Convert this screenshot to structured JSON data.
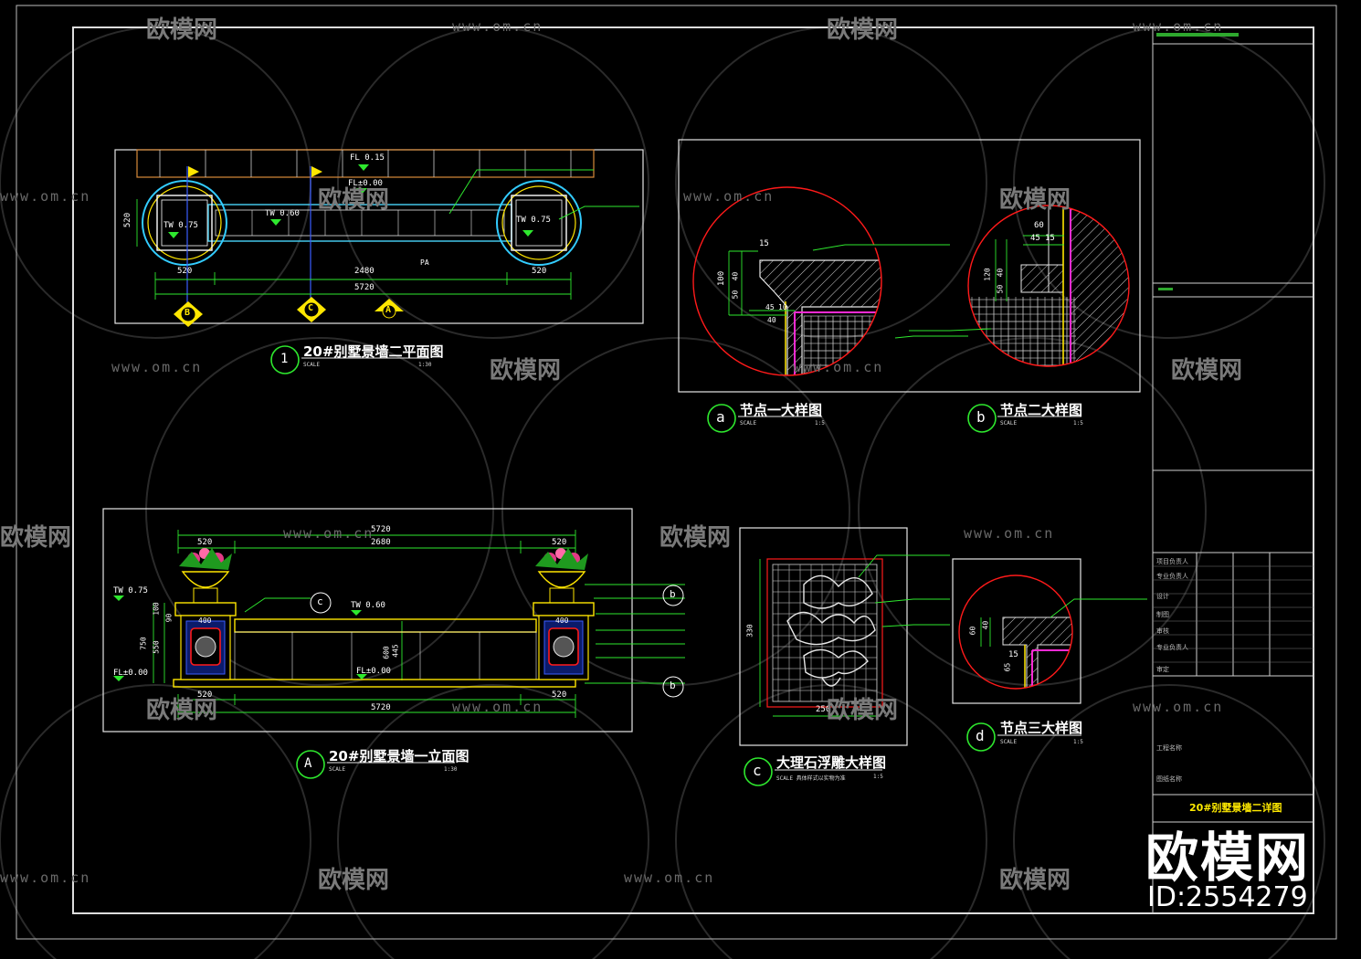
{
  "drawing": {
    "plan_title": "20#别墅景墙二平面图",
    "plan_scale_label": "SCALE",
    "plan_scale": "1:30",
    "plan_circle_label": "1",
    "elev_title": "20#别墅景墙一立面图",
    "elev_scale_label": "SCALE",
    "elev_scale": "1:30",
    "elev_circle_label": "A",
    "node1_title": "节点一大样图",
    "node1_circle": "a",
    "node1_scale": "1:5",
    "node2_title": "节点二大样图",
    "node2_circle": "b",
    "node2_scale": "1:5",
    "node3_title": "节点三大样图",
    "node3_circle": "d",
    "node3_scale": "1:5",
    "marble_title": "大理石浮雕大样图",
    "marble_circle": "c",
    "marble_scale": "1:5",
    "marble_scale_label": "SCALE 具体样式以实物为准",
    "scale_label": "SCALE"
  },
  "plan_dims": {
    "d520a": "520",
    "d2480": "2480",
    "d520b": "520",
    "d5720": "5720",
    "side": "520",
    "fl015": "FL 0.15",
    "fl000": "FL±0.00",
    "tw075a": "TW 0.75",
    "tw060": "TW 0.60",
    "tw075b": "TW 0.75",
    "pa": "PA",
    "ref_b": "B",
    "ref_c": "C",
    "ref_a": "A"
  },
  "elev_dims": {
    "d520a": "520",
    "d5720": "5720",
    "d2680": "2680",
    "d520b": "520",
    "d400a": "400",
    "d400b": "400",
    "bot520a": "520",
    "bot520b": "520",
    "bot5720": "5720",
    "tw075": "TW 0.75",
    "tw060": "TW 0.60",
    "fl000a": "FL±0.00",
    "fl000b": "FL±0.00",
    "h750": "750",
    "h550": "550",
    "h100": "100",
    "h90": "90",
    "h445": "445",
    "h600": "600",
    "ref_c": "c",
    "ref_b1": "b",
    "ref_b2": "b"
  },
  "node_dims": {
    "n1_15": "15",
    "n1_100": "100",
    "n1_50": "50",
    "n1_40": "40",
    "n1_45": "45",
    "n1_10": "10",
    "n1_r40": "40",
    "n2_60": "60",
    "n2_45": "45",
    "n2_15": "15",
    "n2_120": "120",
    "n2_50": "50",
    "n2_40": "40",
    "n3_60": "60",
    "n3_40": "40",
    "n3_15": "15",
    "n3_65": "65",
    "m_330": "330",
    "m_250": "250"
  },
  "title_block": {
    "drawing_name": "20#别墅景墙二详图",
    "rows": [
      "项目负责人",
      "专业负责人",
      "设计",
      "制图",
      "审核",
      "专业负责人",
      "审定",
      "工程名称",
      "图纸名称"
    ]
  },
  "watermark": {
    "url": "www.om.cn",
    "brand_cn": "欧模网",
    "brand": "欧模网",
    "id_label": "ID:2554279"
  }
}
